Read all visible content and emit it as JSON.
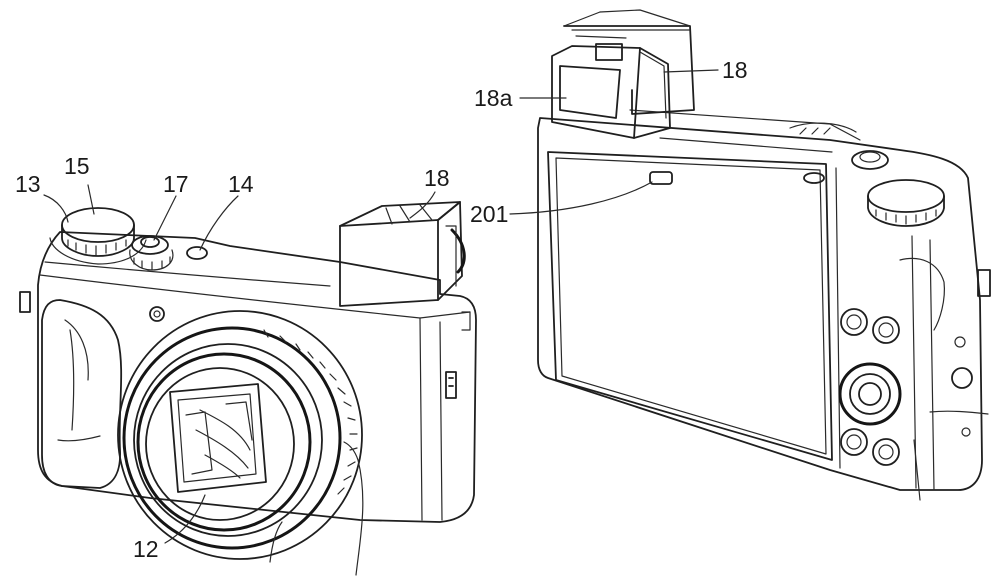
{
  "figure": {
    "labels": {
      "ref_12": "12",
      "ref_13": "13",
      "ref_14": "14",
      "ref_15": "15",
      "ref_17": "17",
      "ref_18_front": "18",
      "ref_18_rear": "18",
      "ref_18a": "18a",
      "ref_201": "201"
    },
    "colors": {
      "ink": "#1f1f1f",
      "paper": "#ffffff"
    }
  }
}
